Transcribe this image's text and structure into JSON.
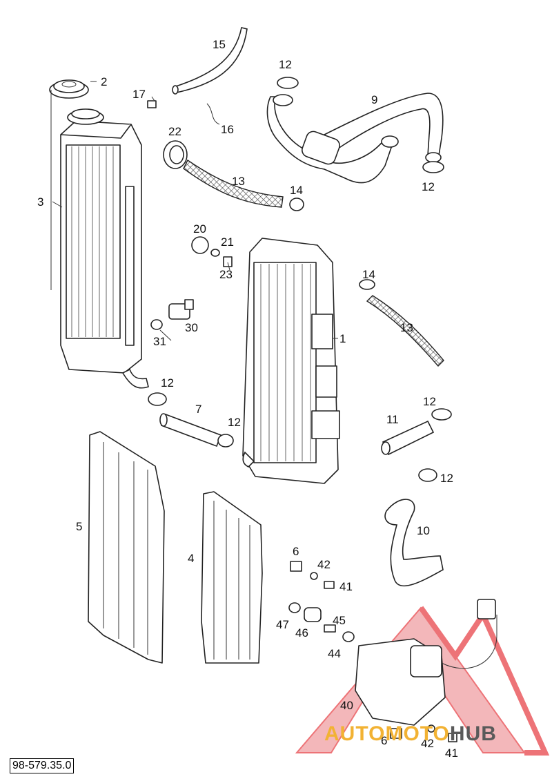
{
  "diagram": {
    "reference_code": "98-579.35.0",
    "watermark": {
      "text_colored": "AUTOMOTO",
      "text_gray": "HUB",
      "accent_color": "#e8454a",
      "text_color": "#f2b233"
    },
    "callouts": [
      {
        "id": "c15",
        "label": "15"
      },
      {
        "id": "c2",
        "label": "2"
      },
      {
        "id": "c12a",
        "label": "12"
      },
      {
        "id": "c17",
        "label": "17"
      },
      {
        "id": "c9",
        "label": "9"
      },
      {
        "id": "c16",
        "label": "16"
      },
      {
        "id": "c22",
        "label": "22"
      },
      {
        "id": "c12b",
        "label": "12"
      },
      {
        "id": "c13a",
        "label": "13"
      },
      {
        "id": "c14a",
        "label": "14"
      },
      {
        "id": "c3",
        "label": "3"
      },
      {
        "id": "c20",
        "label": "20"
      },
      {
        "id": "c21",
        "label": "21"
      },
      {
        "id": "c23",
        "label": "23"
      },
      {
        "id": "c14b",
        "label": "14"
      },
      {
        "id": "c30",
        "label": "30"
      },
      {
        "id": "c31",
        "label": "31"
      },
      {
        "id": "c13b",
        "label": "13"
      },
      {
        "id": "c1",
        "label": "1"
      },
      {
        "id": "c12c",
        "label": "12"
      },
      {
        "id": "c7",
        "label": "7"
      },
      {
        "id": "c12d",
        "label": "12"
      },
      {
        "id": "c12e",
        "label": "12"
      },
      {
        "id": "c11",
        "label": "11"
      },
      {
        "id": "c12f",
        "label": "12"
      },
      {
        "id": "c5",
        "label": "5"
      },
      {
        "id": "c10",
        "label": "10"
      },
      {
        "id": "c4",
        "label": "4"
      },
      {
        "id": "c6a",
        "label": "6"
      },
      {
        "id": "c42a",
        "label": "42"
      },
      {
        "id": "c41a",
        "label": "41"
      },
      {
        "id": "c45",
        "label": "45"
      },
      {
        "id": "c47",
        "label": "47"
      },
      {
        "id": "c46",
        "label": "46"
      },
      {
        "id": "c44",
        "label": "44"
      },
      {
        "id": "c40",
        "label": "40"
      },
      {
        "id": "c6b",
        "label": "6"
      },
      {
        "id": "c42b",
        "label": "42"
      },
      {
        "id": "c41b",
        "label": "41"
      }
    ]
  }
}
